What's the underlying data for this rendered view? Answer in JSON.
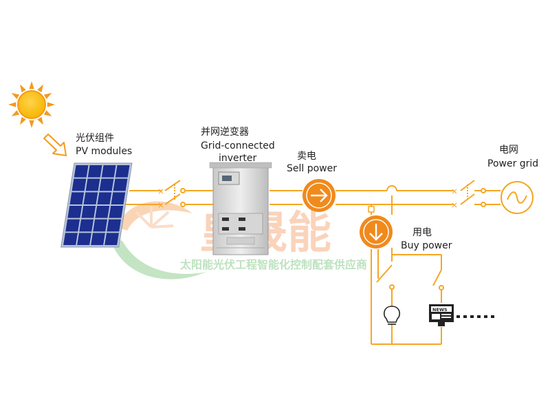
{
  "labels": {
    "pv_cn": "光伏组件",
    "pv_en": "PV modules",
    "inverter_cn": "并网逆变器",
    "inverter_en_line1": "Grid-connected",
    "inverter_en_line2": "inverter",
    "sell_cn": "卖电",
    "sell_en": "Sell power",
    "grid_cn": "电网",
    "grid_en": "Power grid",
    "buy_cn": "用电",
    "buy_en": "Buy power"
  },
  "watermark": {
    "brand": "皇晟能",
    "tagline": "太阳能光伏工程智能化控制配套供应商"
  },
  "device": {
    "screen_text": "NEWS"
  },
  "colors": {
    "wire": "#f5a623",
    "meter": "#f08a1c",
    "sun": "#f7b500",
    "sun_rays": "#f39a1e",
    "panel_cell": "#1c2f8f",
    "watermark_orange": "#f6b48a",
    "watermark_green": "#7cc47a"
  }
}
